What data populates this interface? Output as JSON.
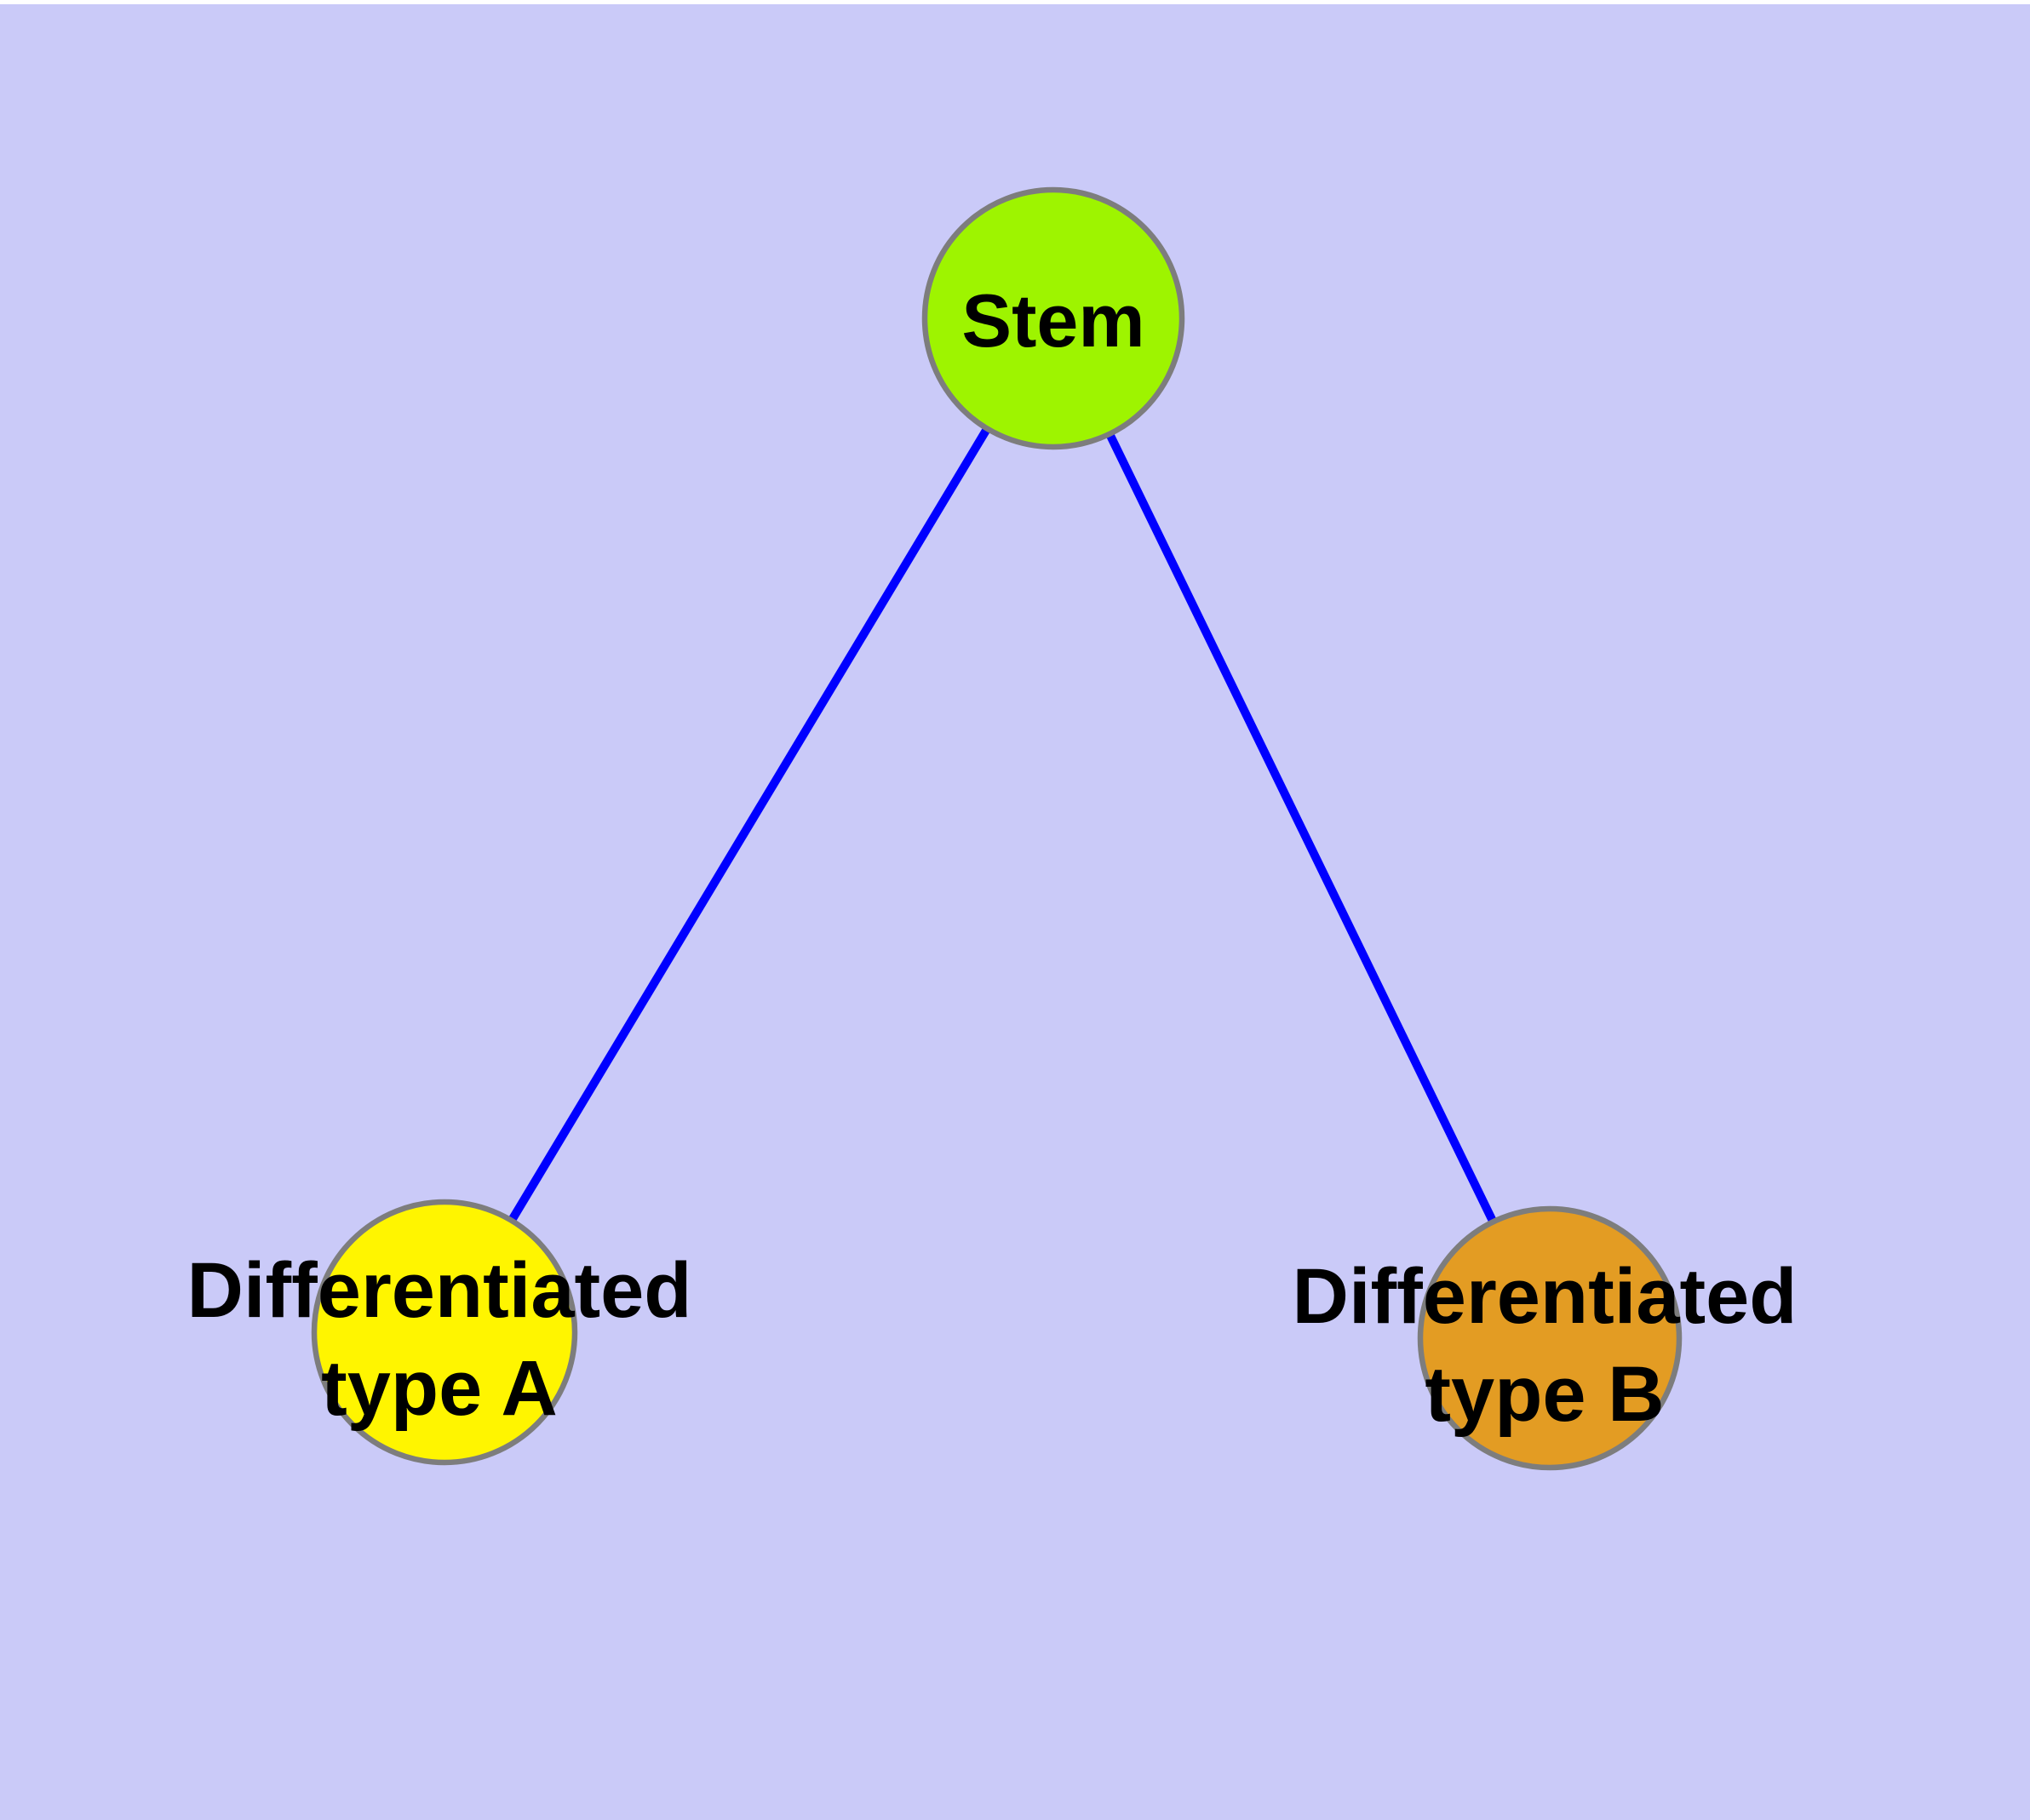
{
  "figure": {
    "background_color": "#CACAF8",
    "top_margin_color": "#FFFFFF",
    "edge_color": "#0000FF",
    "node_border_color": "#7D7D7D",
    "text_color": "#000000"
  },
  "nodes": {
    "stem": {
      "label": "Stem",
      "fill": "#9EF400"
    },
    "type_a": {
      "label_line1": "Differentiated",
      "label_line2": "type A",
      "fill": "#FFF500"
    },
    "type_b": {
      "label_line1": "Differentiated",
      "label_line2": "type B",
      "fill": "#E39C23"
    }
  },
  "edges": [
    {
      "source": "Stem",
      "target": "Differentiated type A"
    },
    {
      "source": "Stem",
      "target": "Differentiated type B"
    }
  ]
}
